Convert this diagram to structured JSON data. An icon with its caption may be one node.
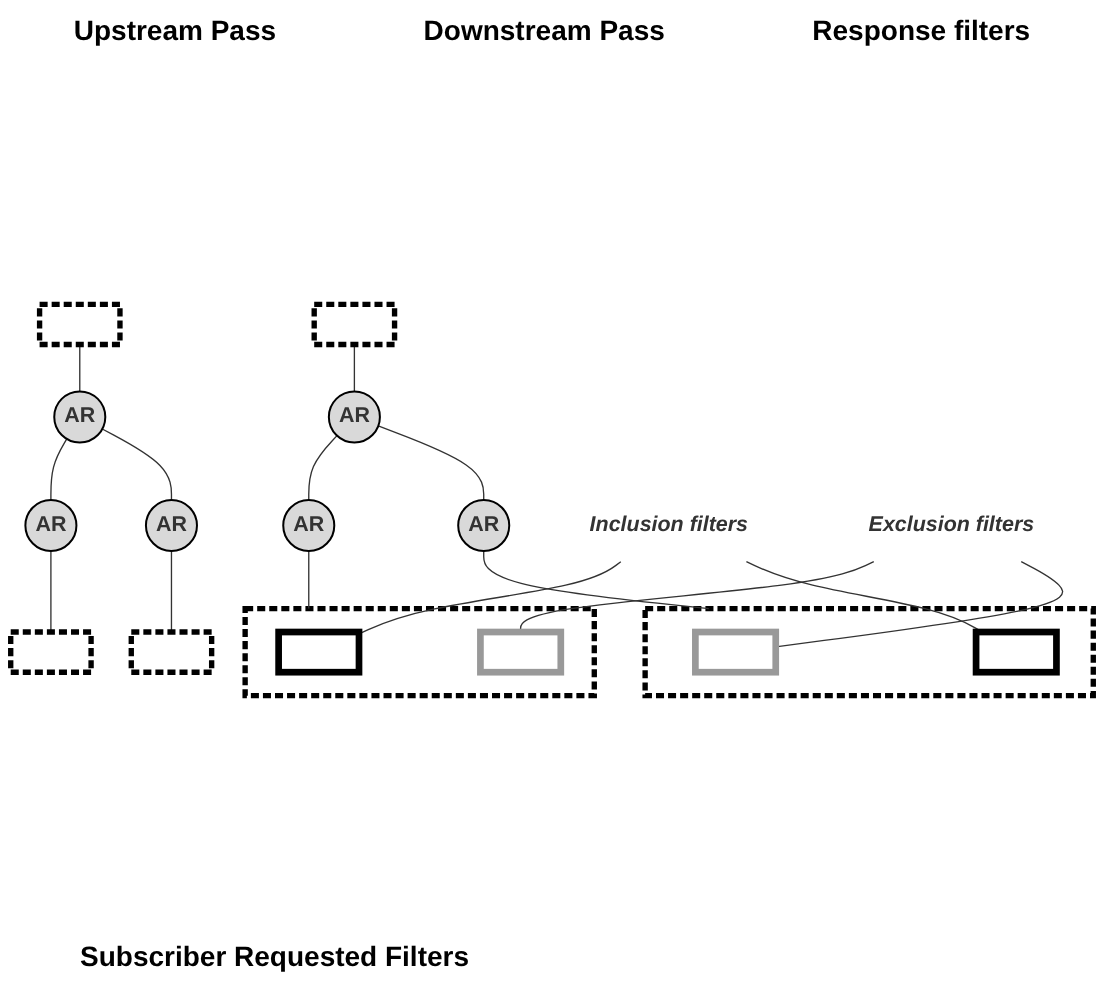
{
  "diagram": {
    "nodes": [
      {
        "text": [],
        "shape": "box"
      },
      {
        "text": [
          "AR"
        ]
      },
      {
        "text": [
          "AR"
        ]
      },
      {
        "text": [
          "AR"
        ]
      },
      {
        "text": [],
        "shape": "box"
      },
      {
        "text": [],
        "shape": "box"
      },
      {
        "text": [],
        "shape": "box"
      },
      {
        "text": [
          "AR"
        ]
      },
      {
        "text": [
          "AR"
        ]
      },
      {
        "text": [
          "AR"
        ]
      },
      {
        "text": [],
        "shape": "box"
      },
      {
        "text": [],
        "shape": "box",
        "in": 10
      },
      {
        "text": [],
        "shape": "box",
        "in": 10
      },
      {
        "text": [],
        "shape": "box"
      },
      {
        "text": [],
        "shape": "box",
        "in": 13
      },
      {
        "text": [],
        "shape": "box",
        "in": 13
      },
      {
        "text": [
          "Inclusion filters"
        ]
      },
      {
        "text": [
          "Exclusion filters"
        ]
      }
    ],
    "edges": [
      {
        "from": 0,
        "to": 1,
        "arrow": "none"
      },
      {
        "from": 1,
        "to": 2,
        "arrow": "none"
      },
      {
        "from": 1,
        "to": 3,
        "arrow": "none"
      },
      {
        "from": 2,
        "to": 4,
        "arrow": "none"
      },
      {
        "from": 3,
        "to": 5,
        "arrow": "none"
      },
      {
        "from": 6,
        "to": 7,
        "arrow": "none"
      },
      {
        "from": 7,
        "to": 8,
        "arrow": "none"
      },
      {
        "from": 7,
        "to": 9,
        "arrow": "none"
      },
      {
        "from": 8,
        "to": 10,
        "arrow": "none"
      },
      {
        "from": 9,
        "to": 13,
        "arrow": "none"
      },
      {
        "from": 16,
        "to": 11,
        "arrow": "none"
      },
      {
        "from": 16,
        "to": 15,
        "arrow": "none"
      },
      {
        "from": 17,
        "to": 12,
        "arrow": "none"
      },
      {
        "from": 17,
        "to": 14,
        "arrow": "none"
      }
    ],
    "labels": [
      "Upstream Pass",
      "Downstream Pass",
      "Response filters",
      "Subscriber Requested Filters"
    ]
  }
}
